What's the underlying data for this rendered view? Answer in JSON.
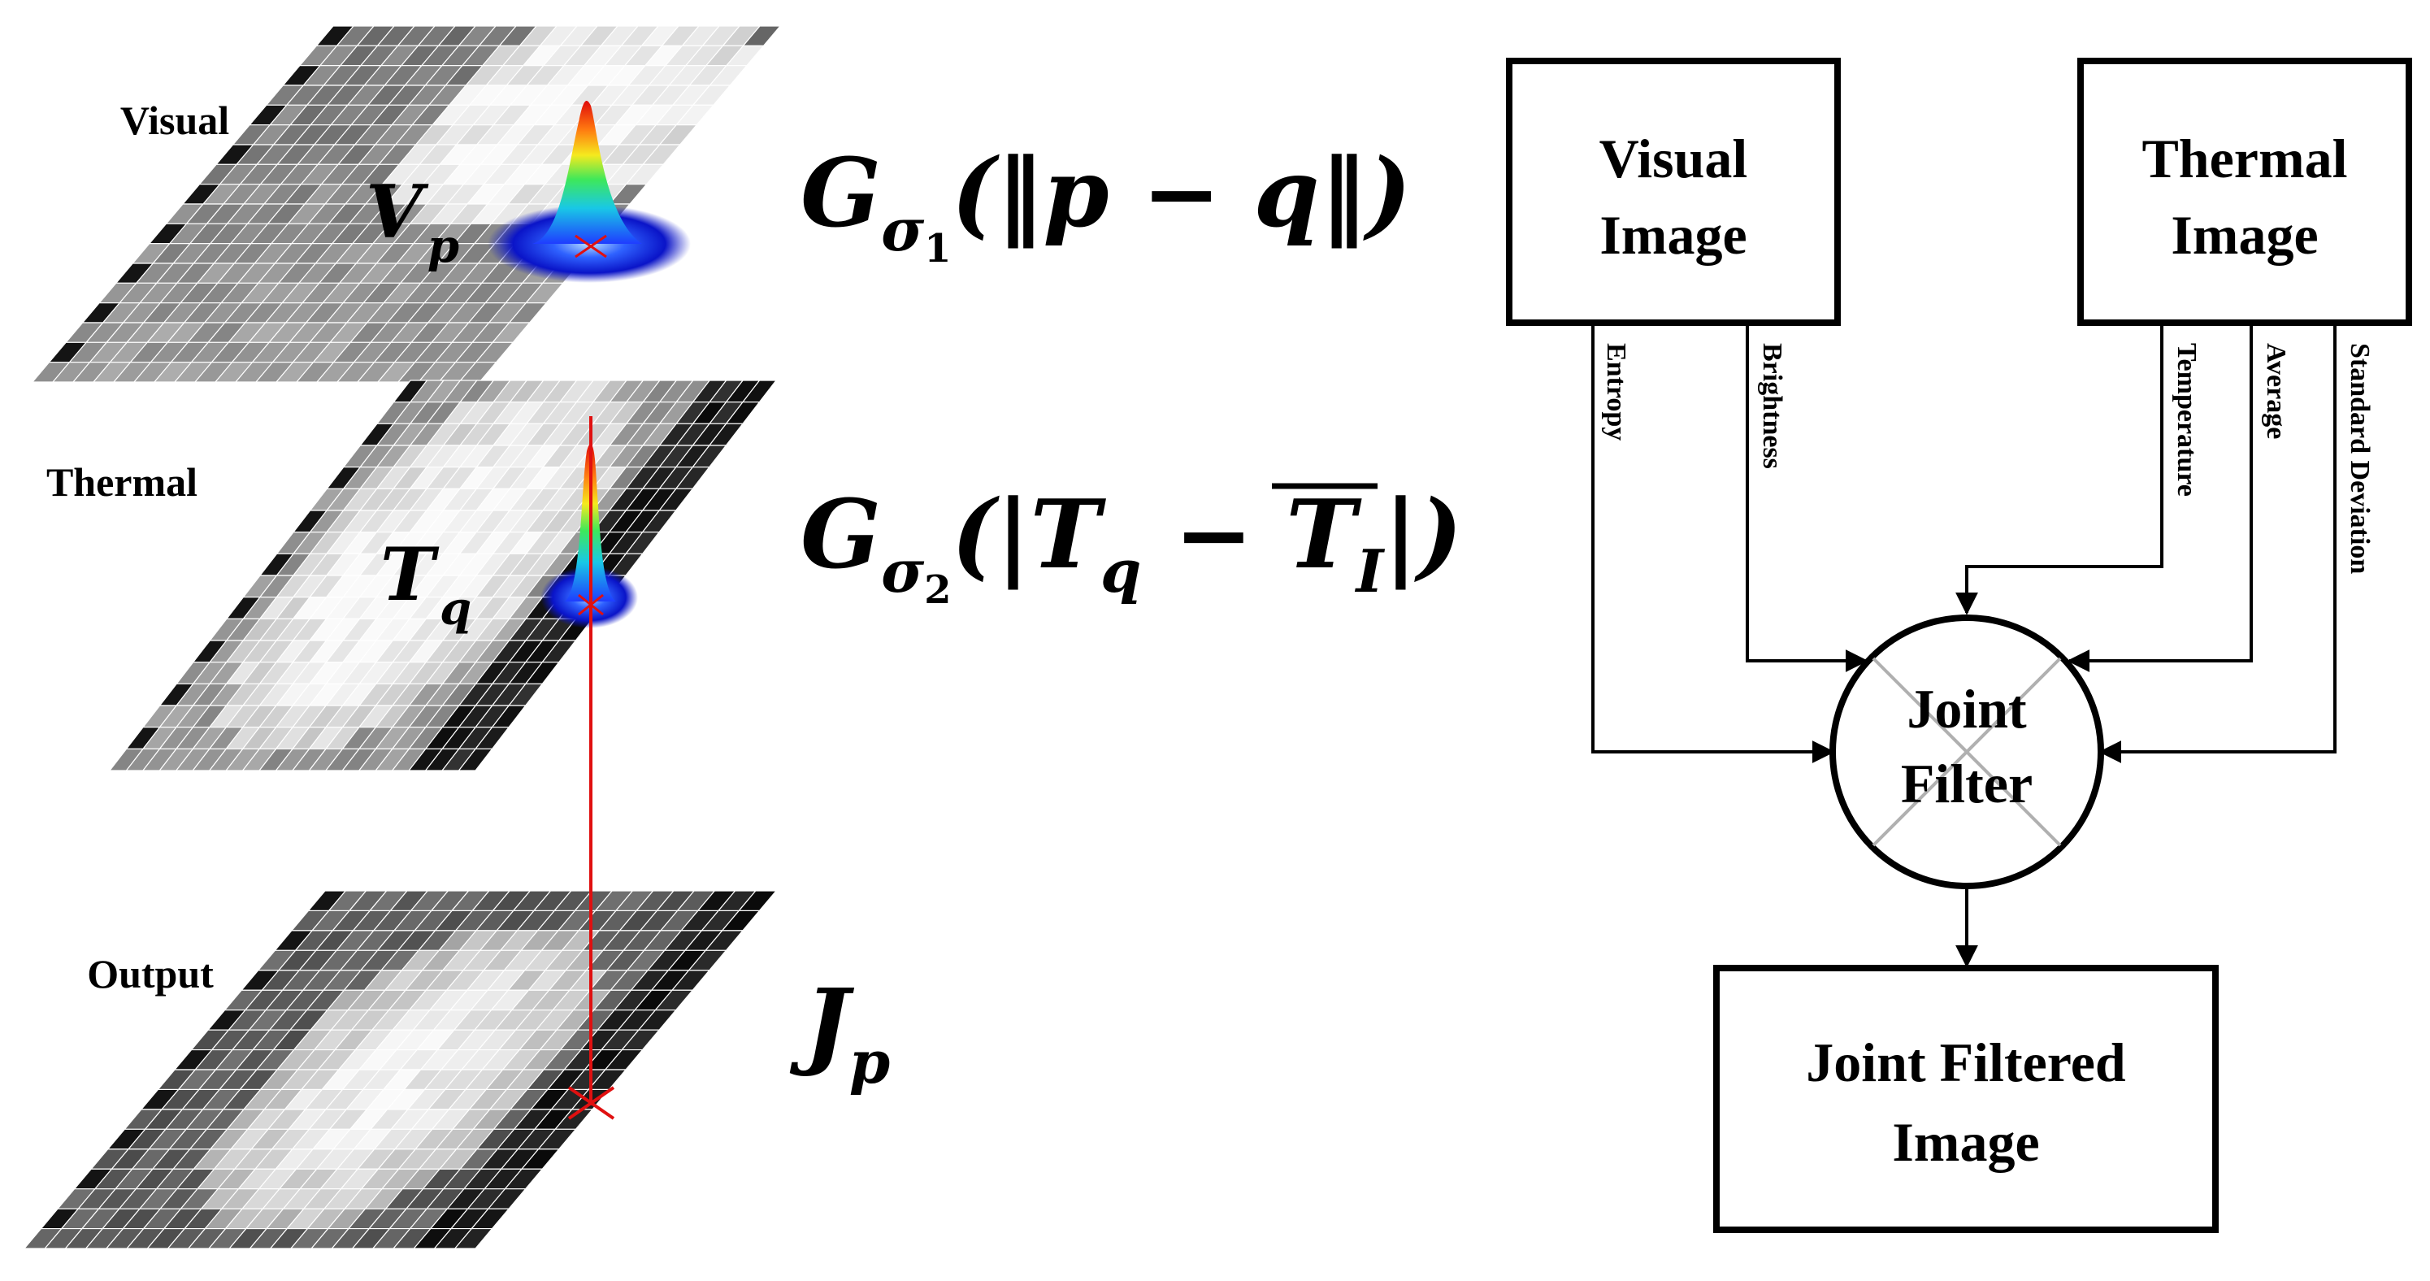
{
  "left_panel": {
    "layers": [
      {
        "label": "Visual",
        "symbol": "V",
        "subscript": "p"
      },
      {
        "label": "Thermal",
        "symbol": "T",
        "subscript": "q"
      },
      {
        "label": "Output"
      }
    ],
    "equations": [
      {
        "main": "G",
        "sub": "σ",
        "sub_index": "1",
        "body": "(‖p − q‖)"
      },
      {
        "main": "G",
        "sub": "σ",
        "sub_index": "2",
        "body_prefix": "(|T",
        "body_sub": "q",
        "body_mid": " − T",
        "body_mid_sub": "I",
        "body_suffix": "|)"
      },
      {
        "main": "J",
        "sub": "p"
      }
    ],
    "colors": {
      "marker": "#e01010"
    }
  },
  "flowchart": {
    "visual_image": [
      "Visual",
      "Image"
    ],
    "thermal_image": [
      "Thermal",
      "Image"
    ],
    "joint_filter": [
      "Joint",
      "Filter"
    ],
    "output_image": [
      "Joint Filtered",
      "Image"
    ],
    "edge_labels": {
      "entropy": "Entropy",
      "brightness": "Brightness",
      "temperature": "Temperature",
      "average": "Average",
      "standard_deviation": "Standard Deviation"
    }
  }
}
